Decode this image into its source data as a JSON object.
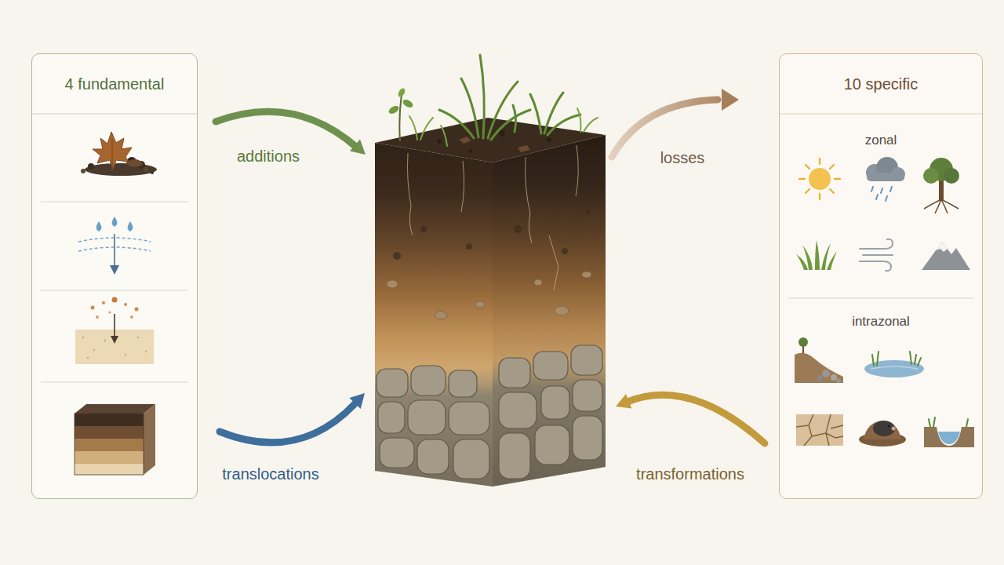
{
  "diagram": {
    "nodes": [
      {
        "text": [
          "4 fundamental"
        ]
      },
      {
        "text": [
          "10 specific"
        ]
      },
      {
        "text": [
          "zonal"
        ],
        "in": 1
      },
      {
        "text": [
          "intrazonal"
        ],
        "in": 1
      }
    ],
    "labels": [
      "additions",
      "losses",
      "translocations",
      "transformations"
    ]
  }
}
